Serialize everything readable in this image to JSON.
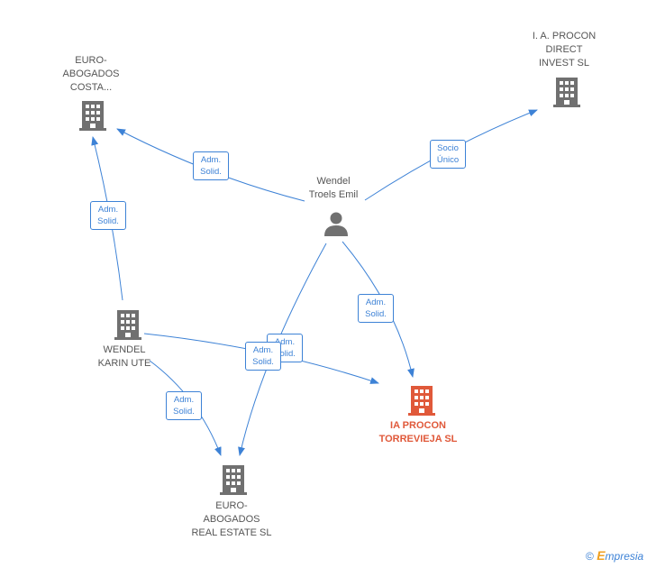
{
  "nodes": {
    "euro_costa": {
      "label": "EURO-\nABOGADOS\nCOSTA...",
      "kind": "company"
    },
    "procon_direct": {
      "label": "I.  A. PROCON\nDIRECT\nINVEST SL",
      "kind": "company"
    },
    "wendel_person": {
      "label": "Wendel\nTroels Emil",
      "kind": "person"
    },
    "wendel_karin": {
      "label": "WENDEL\nKARIN UTE",
      "kind": "company"
    },
    "ia_procon": {
      "label": "IA PROCON\nTORREVIEJA SL",
      "kind": "focus-company"
    },
    "euro_real": {
      "label": "EURO-\nABOGADOS\nREAL ESTATE SL",
      "kind": "company"
    }
  },
  "edges": [
    {
      "label": "Adm.\nSolid."
    },
    {
      "label": "Socio\nÚnico"
    },
    {
      "label": "Adm.\nSolid."
    },
    {
      "label": "Adm.\nSolid."
    },
    {
      "label": "Adm.\nSolid."
    },
    {
      "label": "Adm.\nSolid."
    },
    {
      "label": "Adm.\nSolid."
    }
  ],
  "colors": {
    "edge": "#3d82d6",
    "icon": "#707070",
    "focus": "#e0593a"
  },
  "footer": {
    "copyright": "©",
    "brand_e": "E",
    "brand_rest": "mpresia"
  }
}
